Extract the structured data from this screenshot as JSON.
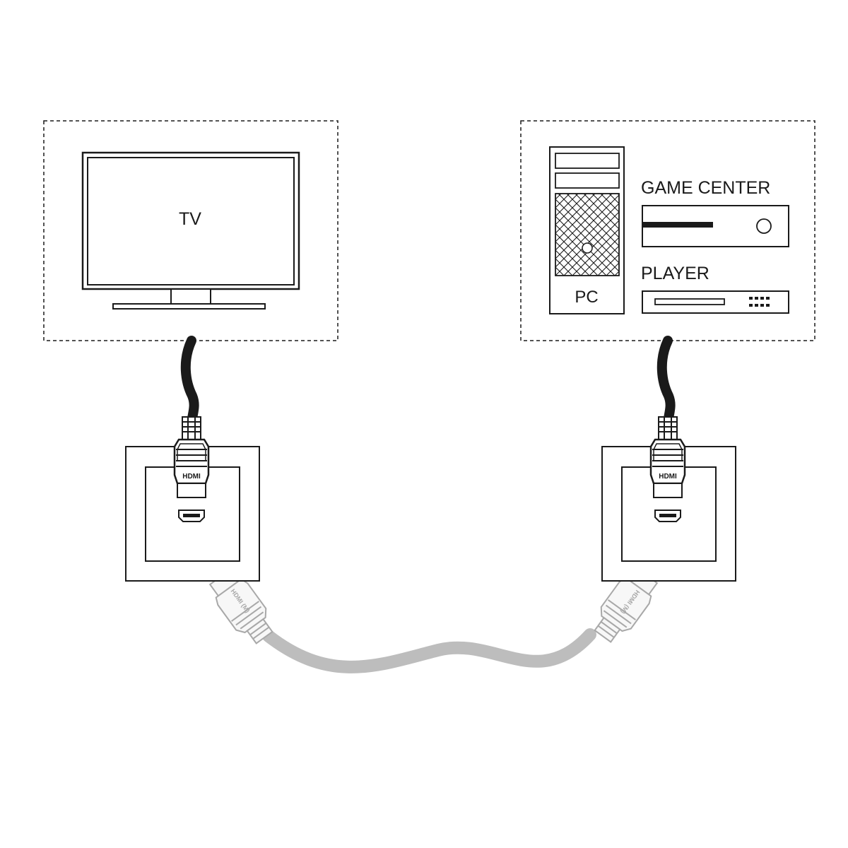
{
  "labels": {
    "tv": "TV",
    "pc": "PC",
    "game_center": "GAME CENTER",
    "player": "PLAYER",
    "hdmi_left": "HDMI",
    "hdmi_right": "HDMI",
    "hdmi_m_left": "HDMI (M)",
    "hdmi_m_right": "HDMI (M)"
  },
  "colors": {
    "line": "#1a1a1a",
    "cable_dark": "#1a1a1a",
    "cable_light": "#bdbdbd",
    "connector_light_fill": "#f7f7f7",
    "connector_light_stroke": "#a8a8a8"
  }
}
